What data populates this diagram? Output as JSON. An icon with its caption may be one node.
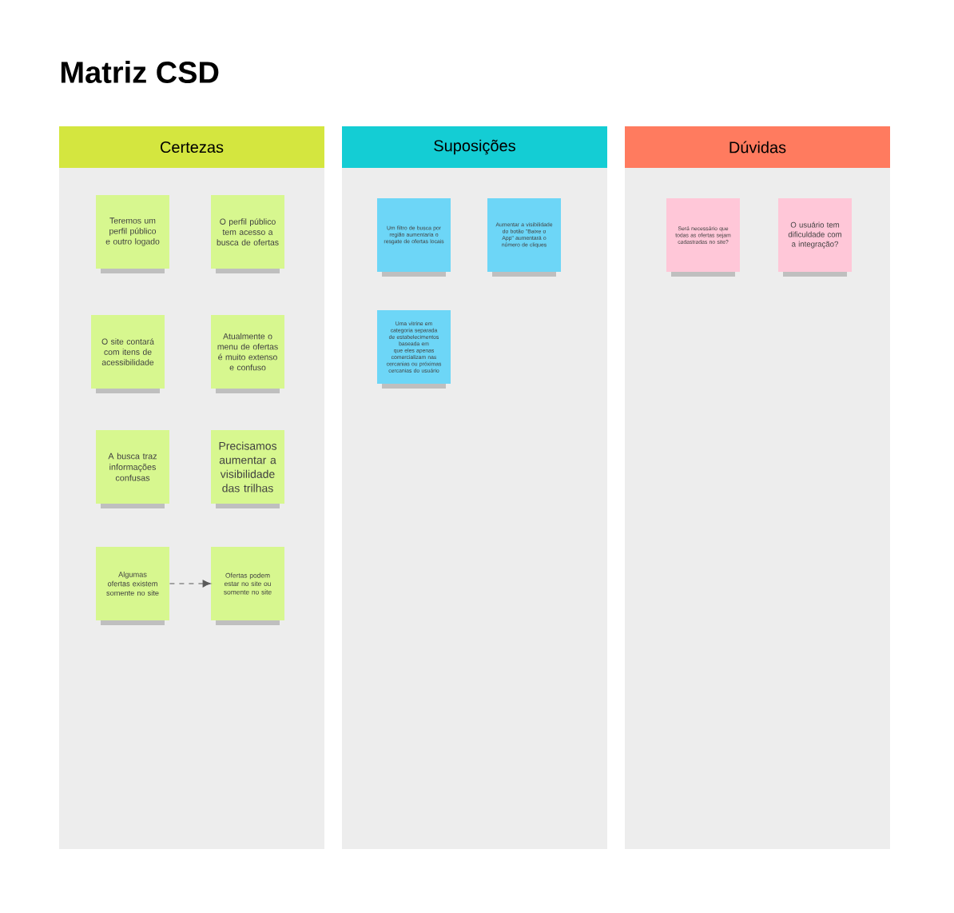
{
  "diagram": {
    "title": "Matriz CSD",
    "nodes": [
      {
        "text": [
          "Certezas"
        ]
      },
      {
        "text": [
          "Teremos um perfil público e outro logado"
        ],
        "in": 0
      },
      {
        "text": [
          "O perfil público tem acesso a busca de ofertas"
        ],
        "in": 0
      },
      {
        "text": [
          "O site contará com itens de acessibilidade"
        ],
        "in": 0
      },
      {
        "text": [
          "Atualmente o menu de ofertas é muito extenso e confuso"
        ],
        "in": 0
      },
      {
        "text": [
          "A busca traz informações confusas"
        ],
        "in": 0
      },
      {
        "text": [
          "Precisamos aumentar a visibilidade das trilhas"
        ],
        "in": 0
      },
      {
        "text": [
          "Algumas ofertas existem somente no site"
        ],
        "in": 0
      },
      {
        "text": [
          "Ofertas podem estar no site ou somente no site"
        ],
        "in": 0
      },
      {
        "text": [
          "Suposições"
        ]
      },
      {
        "text": [
          "Um filtro de busca por região aumentaria o resgate de ofertas locais"
        ],
        "in": 9
      },
      {
        "text": [
          "Aumentar a visibilidade do botão \"Baixe o App\" aumentará o número de cliques"
        ],
        "in": 9
      },
      {
        "text": [
          "Uma vitrine em categoria separada de estabelecimentos baseada em que eles apenas comercializam nas cercanias ou próximas cercanias do usuário"
        ],
        "in": 9
      },
      {
        "text": [
          "Dúvidas"
        ]
      },
      {
        "text": [
          "Será necessário que todas as ofertas sejam cadastradas no site?"
        ],
        "in": 13
      },
      {
        "text": [
          "O usuário tem dificuldade com a integração?"
        ],
        "in": 13
      }
    ],
    "edges": [
      {
        "from": 7,
        "to": 8,
        "arrow": "to",
        "style": "dashed"
      }
    ]
  }
}
